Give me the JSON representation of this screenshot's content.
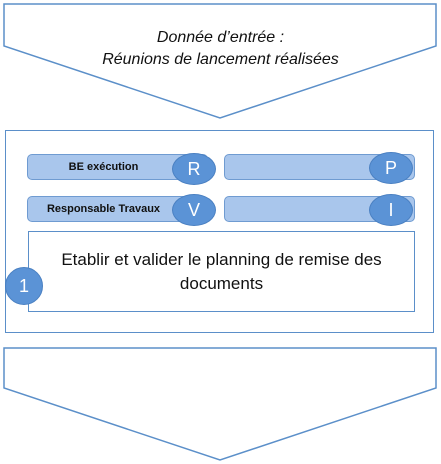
{
  "input": {
    "line1": "Donnée d’entrée :",
    "line2": "Réunions de lancement réalisées"
  },
  "roles": {
    "r": {
      "label": "BE exécution",
      "letter": "R"
    },
    "p": {
      "label": "",
      "letter": "P"
    },
    "v": {
      "label": "Responsable Travaux",
      "letter": "V"
    },
    "i": {
      "label": "",
      "letter": "I"
    }
  },
  "step": {
    "number": "1",
    "text": "Etablir et valider le planning de remise des documents"
  },
  "colors": {
    "border": "#5b8fc9",
    "bar_fill": "#a9c6ec",
    "badge_fill": "#5b93d6"
  }
}
